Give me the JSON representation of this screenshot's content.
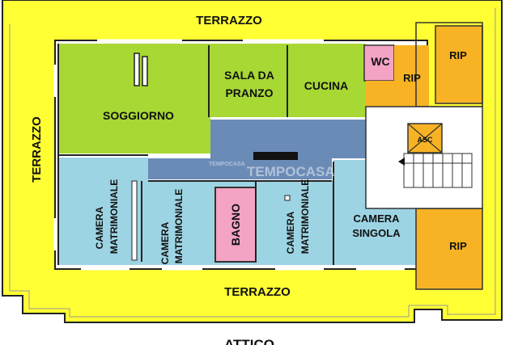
{
  "plan": {
    "terraces": {
      "top": "TERRAZZO",
      "left": "TERRAZZO",
      "bottom": "TERRAZZO"
    },
    "rooms": {
      "soggiorno": "SOGGIORNO",
      "sala_da_pranzo_line1": "SALA DA",
      "sala_da_pranzo_line2": "PRANZO",
      "cucina": "CUCINA",
      "wc": "WC",
      "rip_small": "RIP",
      "rip_top": "RIP",
      "rip_bottom": "RIP",
      "asc": "ASC",
      "camera_matrimoniale_1_line1": "CAMERA",
      "camera_matrimoniale_1_line2": "MATRIMONIALE",
      "camera_matrimoniale_2_line1": "CAMERA",
      "camera_matrimoniale_2_line2": "MATRIMONIALE",
      "bagno": "BAGNO",
      "camera_matrimoniale_3_line1": "CAMERA",
      "camera_matrimoniale_3_line2": "MATRIMONIALE",
      "camera_singola_line1": "CAMERA",
      "camera_singola_line2": "SINGOLA"
    },
    "floor_label": "ATTICO",
    "watermark": {
      "small": "TEMPOCASA",
      "large": "TEMPOCASA"
    },
    "colors": {
      "terrace": "#ffff33",
      "living": "#a8d834",
      "bedroom": "#9dd4e3",
      "hall": "#6b8bb7",
      "bathroom": "#f3a3c4",
      "service": "#f7b324",
      "stair": "#ffffff",
      "wall": "#222222"
    }
  }
}
